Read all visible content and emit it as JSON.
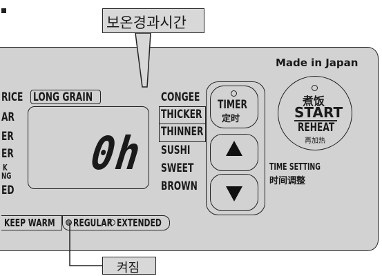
{
  "callout_top": "보온경과시간",
  "callout_bottom": "켜짐",
  "made_in": "Made in Japan",
  "menu_left": {
    "rice": "RICE",
    "long_grain": "LONG GRAIN",
    "frag": [
      "AR",
      "ER",
      "ER",
      "K",
      "NG",
      "ED"
    ]
  },
  "menu_right": [
    "CONGEE",
    "THICKER",
    "THINNER",
    "SUSHI",
    "SWEET",
    "BROWN"
  ],
  "display_value": "0h",
  "timer": {
    "line1": "TIMER",
    "line2": "定时"
  },
  "start": {
    "top": "煮饭",
    "main": "START",
    "reheat": "REHEAT",
    "sub": "再加热"
  },
  "time_setting": {
    "en": "TIME SETTING",
    "cn": "时间调整"
  },
  "keep_warm": {
    "label": "KEEP WARM",
    "regular": "REGULAR",
    "extended": "EXTENDED"
  },
  "icons": [
    "up-arrow-icon",
    "down-arrow-icon",
    "indicator-lamp-icon"
  ]
}
